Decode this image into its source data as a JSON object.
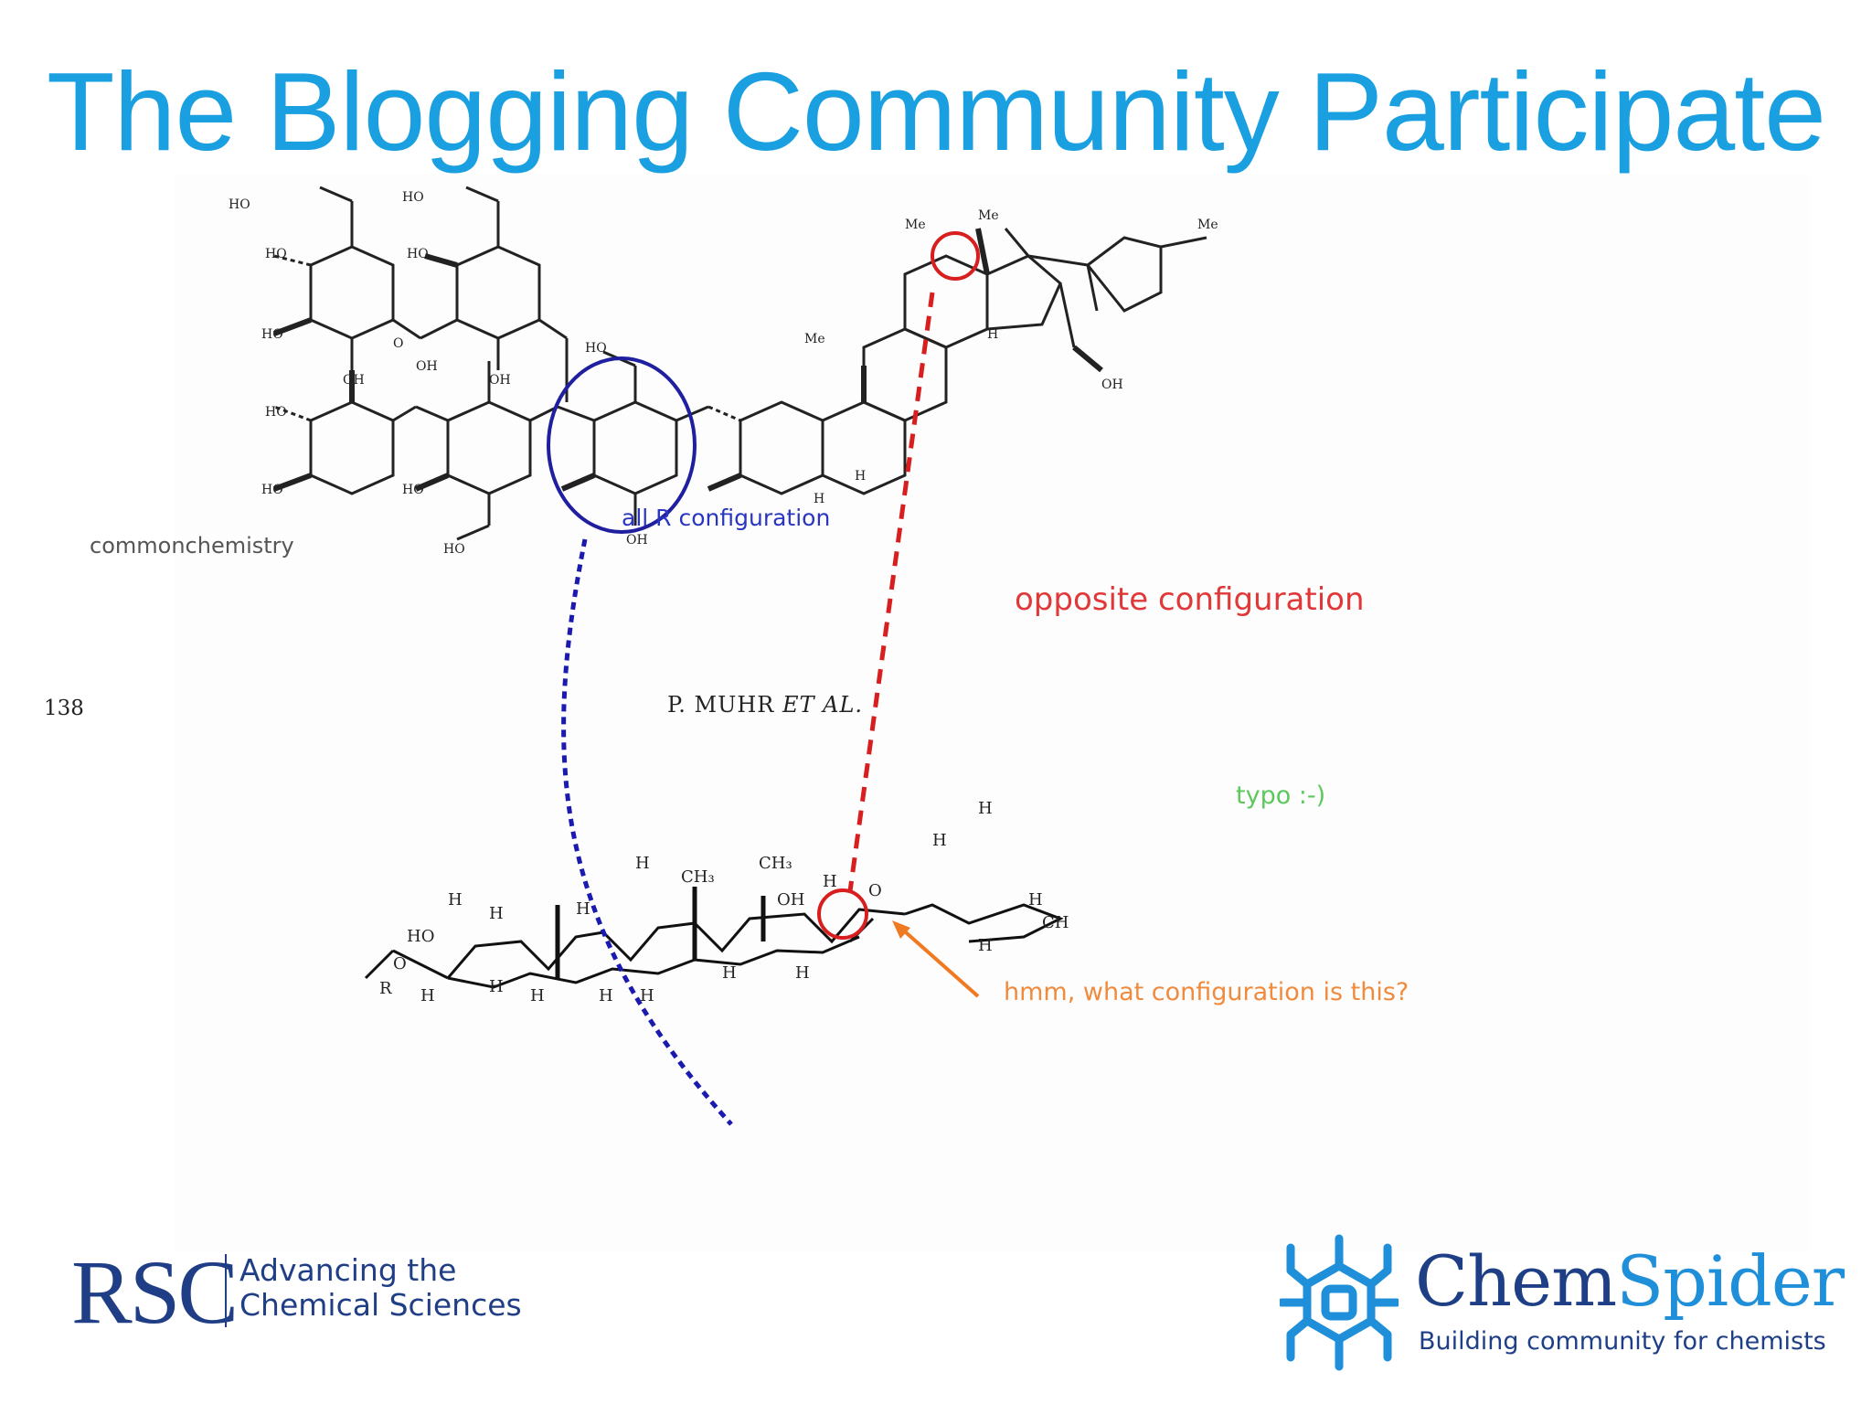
{
  "slide": {
    "title": "The Blogging Community Participate"
  },
  "figure": {
    "source_label": "commonchemistry",
    "page_number": "138",
    "page_author": "P. MUHR",
    "page_author_italic": "ET AL.",
    "annotations": {
      "all_r": "all R configuration",
      "opposite": "opposite configuration",
      "typo": "typo :-)",
      "hmm": "hmm, what configuration is this?"
    },
    "colors": {
      "blue_circle": "#1f1fa0",
      "red_circle": "#d81e1e",
      "orange_arrow": "#f07a22",
      "blue_dash": "#1a1ab0",
      "red_dash": "#d81e1e"
    }
  },
  "logos": {
    "rsc": {
      "mark": "RSC",
      "line1": "Advancing the",
      "line2": "Chemical Sciences"
    },
    "chemspider": {
      "name_a": "Chem",
      "name_b": "Spider",
      "tagline": "Building community for chemists"
    }
  }
}
